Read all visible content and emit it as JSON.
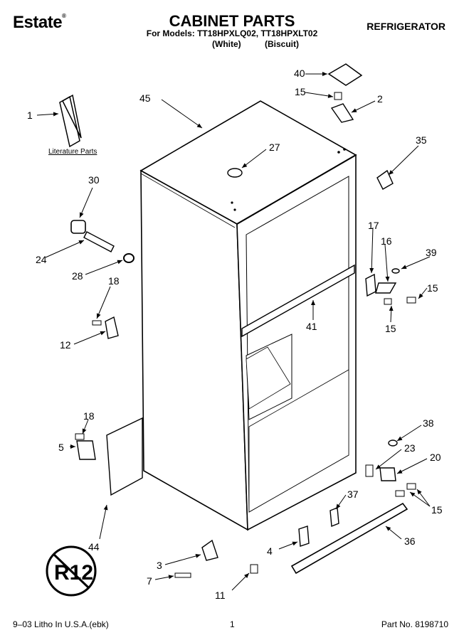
{
  "header": {
    "brand": "Estate",
    "brand_mark": "®",
    "title": "CABINET PARTS",
    "models": "For Models: TT18HPXLQ02, TT18HPXLT02",
    "color1": "(White)",
    "color2": "(Biscuit)",
    "appliance": "REFRIGERATOR"
  },
  "literature_label": "Literature Parts",
  "stamp_text": "R12",
  "callouts": {
    "c1": "1",
    "c2": "2",
    "c3": "3",
    "c4": "4",
    "c5": "5",
    "c7": "7",
    "c11": "11",
    "c12": "12",
    "c15a": "15",
    "c15b": "15",
    "c15c": "15",
    "c15d": "15",
    "c16": "16",
    "c17": "17",
    "c18a": "18",
    "c18b": "18",
    "c20": "20",
    "c23": "23",
    "c24": "24",
    "c27": "27",
    "c28": "28",
    "c30": "30",
    "c35": "35",
    "c36": "36",
    "c37": "37",
    "c38": "38",
    "c39": "39",
    "c40": "40",
    "c41": "41",
    "c44": "44",
    "c45": "45"
  },
  "footer": {
    "litho": "9–03 Litho In U.S.A.(ebk)",
    "page": "1",
    "part_no": "Part No. 8198710"
  }
}
